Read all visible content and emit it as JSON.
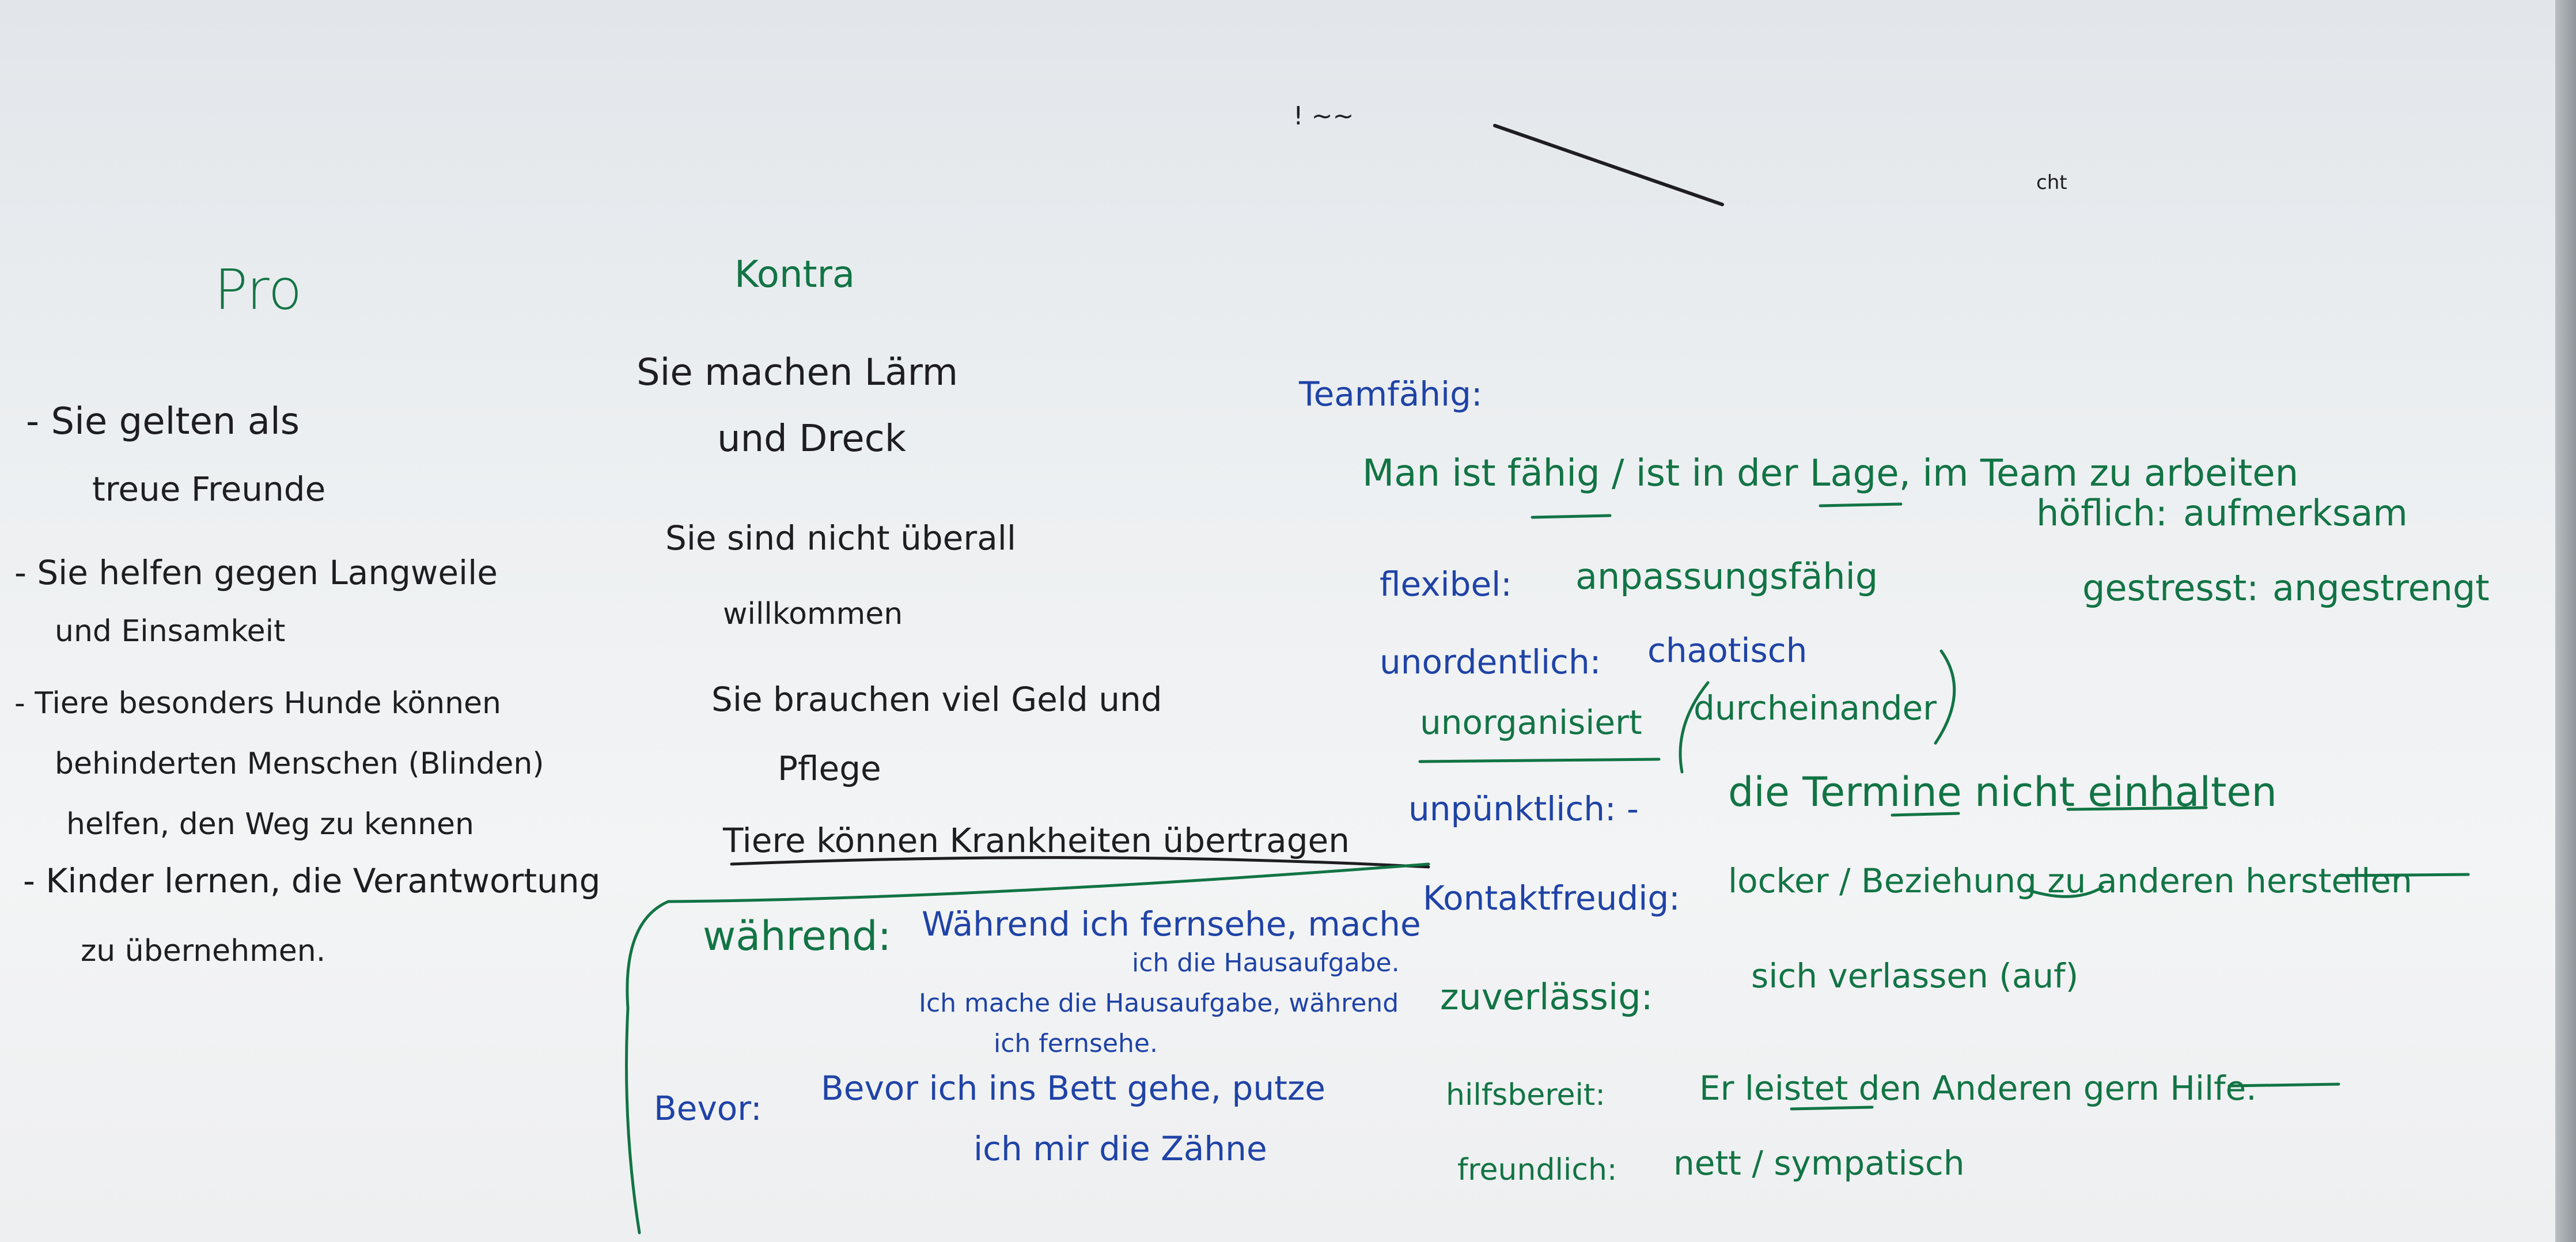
{
  "board": {
    "colors": {
      "black_ink": "#1e1e22",
      "blue_ink": "#1f43a6",
      "green_ink": "#127445"
    },
    "top_marks": {
      "left": "! ~~",
      "right": "cht"
    },
    "pro": {
      "heading": "Pro",
      "items": [
        {
          "line1": "- Sie gelten als",
          "line2": "treue Freunde"
        },
        {
          "line1": "- Sie helfen gegen Langweile",
          "line2": "und Einsamkeit"
        },
        {
          "line1": "- Tiere besonders Hunde können",
          "line2": "behinderten Menschen (Blinden)",
          "line3": "helfen, den Weg zu kennen"
        },
        {
          "line1": "- Kinder lernen, die Verantwortung",
          "line2": "zu übernehmen."
        }
      ]
    },
    "kontra": {
      "heading": "Kontra",
      "items": [
        {
          "line1": "Sie machen Lärm",
          "line2": "und Dreck"
        },
        {
          "line1": "Sie sind nicht überall",
          "line2": "willkommen"
        },
        {
          "line1": "Sie brauchen viel Geld und",
          "line2": "Pflege"
        },
        {
          "line1": "Tiere können Krankheiten übertragen"
        }
      ]
    },
    "conjunctions": {
      "waehrend_label": "während:",
      "waehrend_ex1a": "Während ich fernsehe, mache",
      "waehrend_ex1b": "ich die Hausaufgabe.",
      "waehrend_ex2a": "Ich mache die Hausaufgabe, während",
      "waehrend_ex2b": "ich fernsehe.",
      "bevor_label": "Bevor:",
      "bevor_ex1a": "Bevor ich ins Bett gehe, putze",
      "bevor_ex1b": "ich mir die Zähne"
    },
    "vocab": {
      "teamfaehig_label": "Teamfähig:",
      "teamfaehig_def": "Man ist fähig / ist in der Lage, im Team zu arbeiten",
      "flexibel_label": "flexibel:",
      "flexibel_def": "anpassungsfähig",
      "unordentlich_label": "unordentlich:",
      "unordentlich_def": "chaotisch",
      "unorganisiert": "unorganisiert",
      "durcheinander": "durcheinander",
      "unpuenktlich_label": "unpünktlich: -",
      "unpuenktlich_def": "die Termine nicht einhalten",
      "hoeflich_label": "höflich:",
      "hoeflich_def": "aufmerksam",
      "gestresst_label": "gestresst:",
      "gestresst_def": "angestrengt",
      "kontaktfreudig_label": "Kontaktfreudig:",
      "kontaktfreudig_def": "locker / Beziehung zu anderen herstellen",
      "zuverlaessig_label": "zuverlässig:",
      "zuverlaessig_def": "sich verlassen (auf)",
      "hilfsbereit_label": "hilfsbereit:",
      "hilfsbereit_def": "Er leistet den Anderen gern Hilfe.",
      "freundlich_label": "freundlich:",
      "freundlich_def": "nett / sympatisch"
    }
  }
}
